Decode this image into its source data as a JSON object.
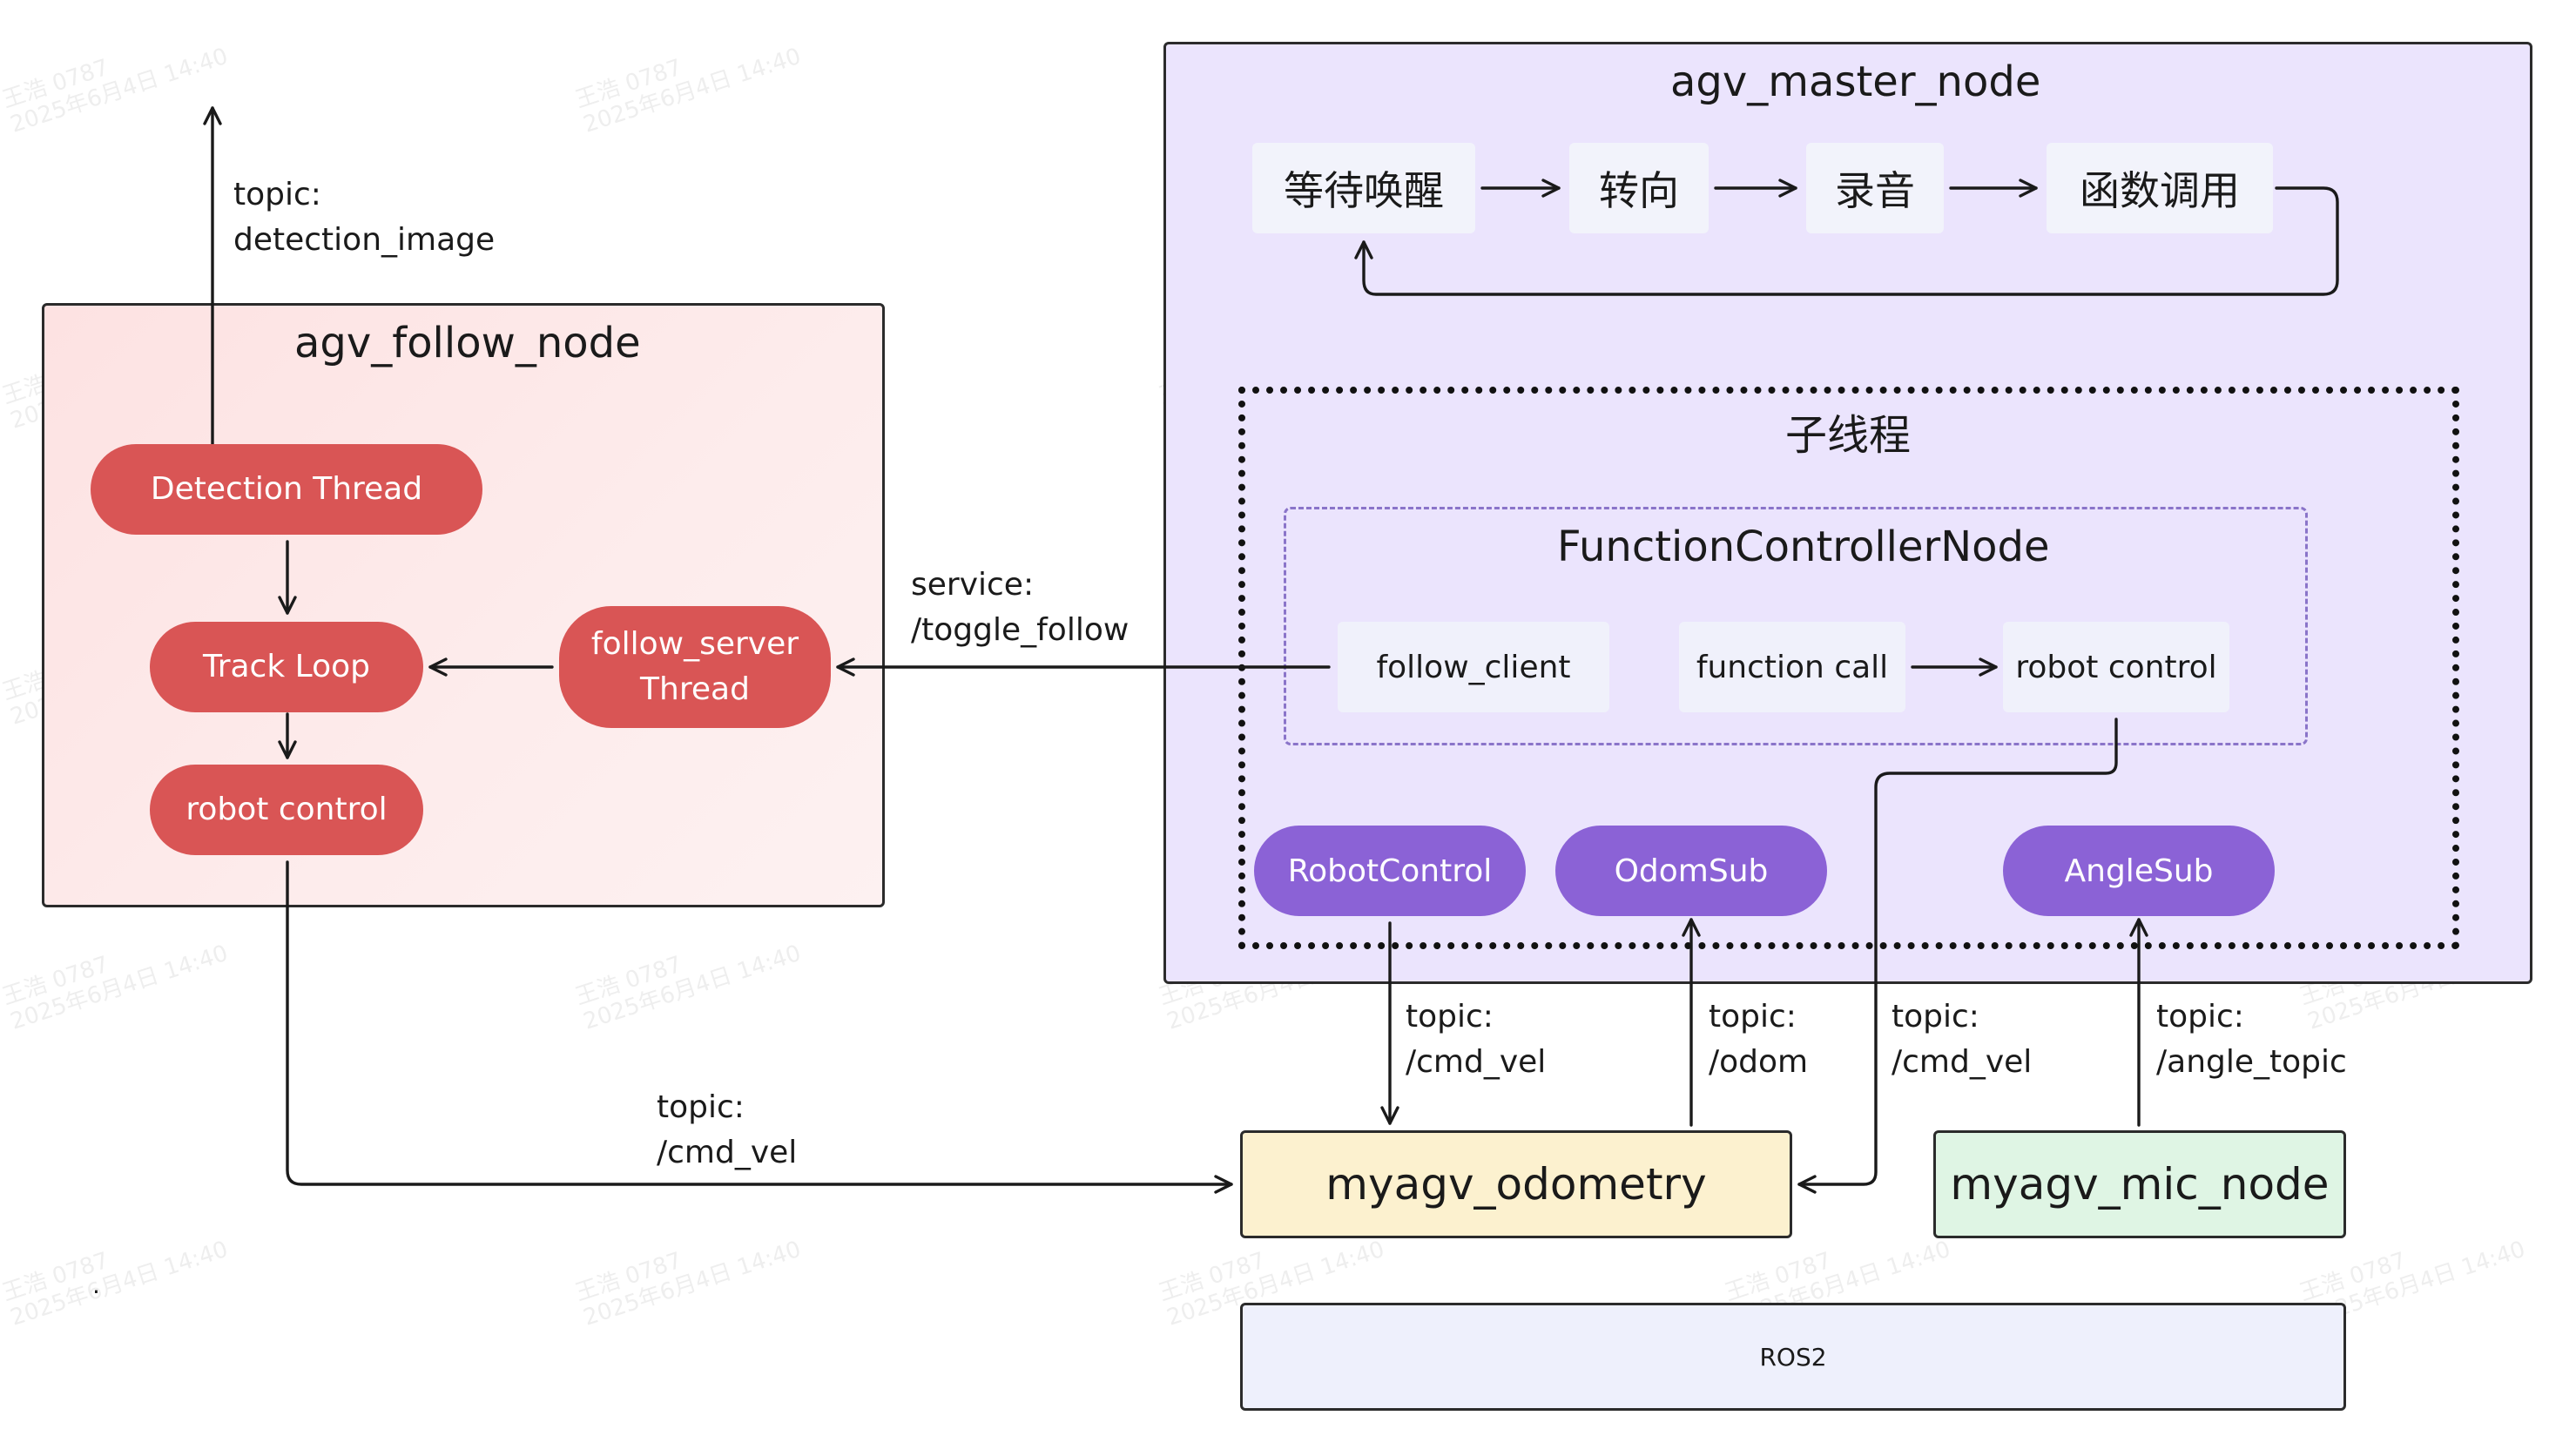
{
  "nodes": {
    "follow_node": {
      "title": "agv_follow_node",
      "detection_thread": "Detection Thread",
      "track_loop": "Track Loop",
      "follow_server_line1": "follow_server",
      "follow_server_line2": "Thread",
      "robot_control": "robot control"
    },
    "master_node": {
      "title": "agv_master_node",
      "states": [
        "等待唤醒",
        "转向",
        "录音",
        "函数调用"
      ],
      "subthread_title": "子线程",
      "function_controller": {
        "title": "FunctionControllerNode",
        "follow_client": "follow_client",
        "function_call": "function call",
        "robot_control": "robot control"
      },
      "subs": [
        "RobotControl",
        "OdomSub",
        "AngleSub"
      ]
    },
    "external": {
      "odometry": "myagv_odometry",
      "mic": "myagv_mic_node",
      "ros2": "ROS2"
    }
  },
  "edge_labels": {
    "detection_image": [
      "topic:",
      "detection_image"
    ],
    "toggle_follow": [
      "service:",
      "/toggle_follow"
    ],
    "follow_cmd_vel": [
      "topic:",
      "/cmd_vel"
    ],
    "robotcontrol_cmd_vel": [
      "topic:",
      "/cmd_vel"
    ],
    "odom": [
      "topic:",
      "/odom"
    ],
    "fc_cmd_vel": [
      "topic:",
      "/cmd_vel"
    ],
    "angle_topic": [
      "topic:",
      "/angle_topic"
    ]
  },
  "stray_mark": ".",
  "watermark": [
    "王浩 0787",
    "2025年6月4日 14:40"
  ],
  "colors": {
    "follow_bg": "#fde2e2",
    "follow_pill": "#d95555",
    "master_bg": "#ebe4fd",
    "sub_pill": "#8b62d6",
    "odometry_bg": "#fcf1cf",
    "mic_bg": "#dff5e4",
    "ros2_bg": "#eef0fc"
  }
}
